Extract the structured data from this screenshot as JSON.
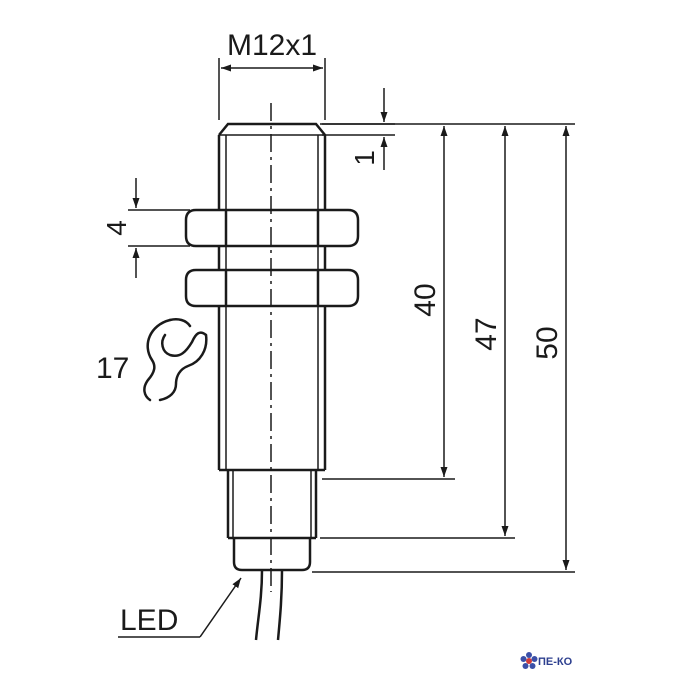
{
  "labels": {
    "thread": "M12x1",
    "thread_protrusion": "1",
    "nut_thickness": "4",
    "wrench_size": "17",
    "len_thread": "40",
    "len_body": "47",
    "len_total": "50",
    "led": "LED"
  },
  "watermark": {
    "text": "ПЕ-КО",
    "flower_color": "#3b4fa8"
  },
  "colors": {
    "line": "#1a1a1a"
  }
}
